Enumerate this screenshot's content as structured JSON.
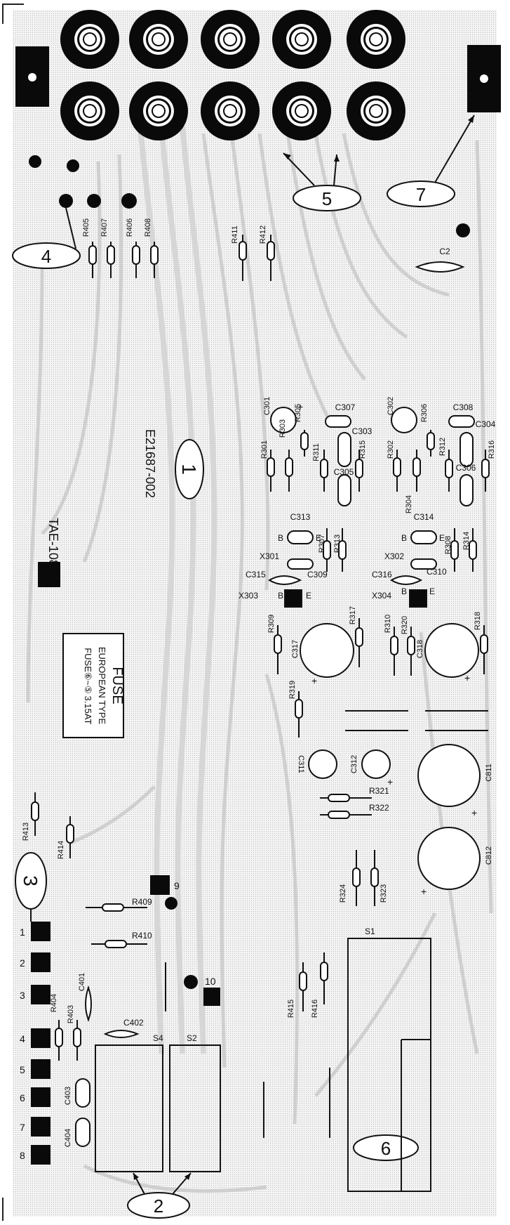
{
  "board": {
    "part_number": "E21687-002",
    "model": "TAE-108"
  },
  "callouts": [
    "4",
    "5",
    "7",
    "1",
    "3",
    "2",
    "6"
  ],
  "fuse": {
    "title": "FUSE",
    "line1": "EUROPEAN  TYPE",
    "line2": "FUSE⑥~⑤",
    "rating": "3.15AT"
  },
  "terminals": [
    "1",
    "2",
    "3",
    "4",
    "5",
    "6",
    "7",
    "8"
  ],
  "pads": [
    "9",
    "10"
  ],
  "switches": [
    "S4",
    "S2",
    "S1"
  ],
  "resistors": {
    "r405": "R405",
    "r407": "R407",
    "r406": "R406",
    "r408": "R408",
    "r411": "R411",
    "r412": "R412",
    "r301": "R301",
    "r303": "R303",
    "r305": "R305",
    "r311": "R311",
    "r315": "R315",
    "r302": "R302",
    "r304": "R304",
    "r306": "R306",
    "r312": "R312",
    "r316": "R316",
    "r307": "R307",
    "r313": "R313",
    "r308": "R308",
    "r314": "R314",
    "r309": "R309",
    "r317": "R317",
    "r310": "R310",
    "r320": "R320",
    "r318": "R318",
    "r319": "R319",
    "r321": "R321",
    "r322": "R322",
    "r324": "R324",
    "r323": "R323",
    "r413": "R413",
    "r414": "R414",
    "r409": "R409",
    "r410": "R410",
    "r404": "R404",
    "r403": "R403",
    "r415": "R415",
    "r416": "R416"
  },
  "capacitors": {
    "c2": "C2",
    "c301": "C301",
    "c307": "C307",
    "c303": "C303",
    "c305": "C305",
    "c302": "C302",
    "c308": "C308",
    "c304": "C304",
    "c306": "C306",
    "c313": "C313",
    "c309": "C309",
    "c315": "C315",
    "c314": "C314",
    "c310": "C310",
    "c316": "C316",
    "c317": "C317",
    "c318": "C318",
    "c311": "C311",
    "c312": "C312",
    "c811": "C811",
    "c812": "C812",
    "c401": "C401",
    "c402": "C402",
    "c403": "C403",
    "c404": "C404"
  },
  "transistors": {
    "x301": "X301",
    "x302": "X302",
    "x303": "X303",
    "x304": "X304",
    "b": "B",
    "e": "E"
  },
  "plus": "+"
}
